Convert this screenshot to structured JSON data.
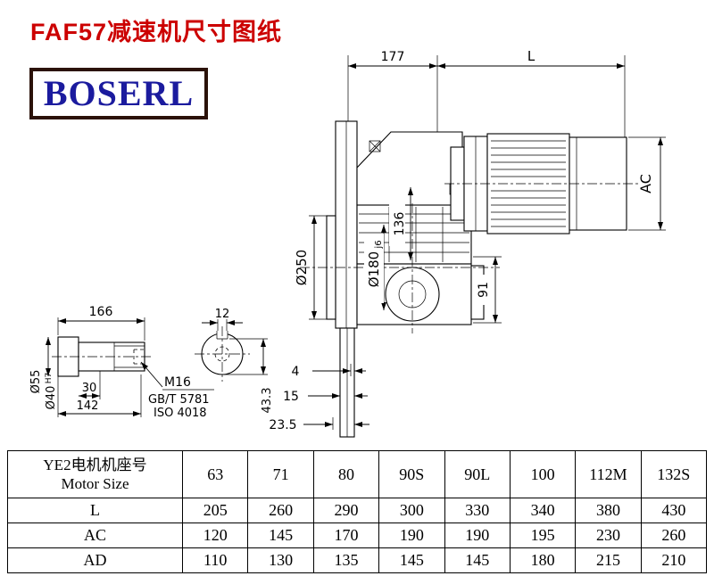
{
  "title": "FAF57减速机尺寸图纸",
  "logo": "BOSERL",
  "drawing": {
    "dim_177": "177",
    "dim_L": "L",
    "dim_AC": "AC",
    "dia_250": "Ø250",
    "dia_180": "Ø180",
    "dia_180_tol": "j6",
    "dim_136": "136",
    "dim_91": "91",
    "dim_4": "4",
    "dim_15": "15",
    "dim_23_5": "23.5",
    "shaft": {
      "dim_166": "166",
      "dim_30": "30",
      "dim_142": "142",
      "dim_12": "12",
      "dia_55": "Ø55",
      "dia_40": "Ø40",
      "dia_40_tol": "H7",
      "thread": "M16",
      "std_gb": "GB/T 5781",
      "std_iso": "ISO 4018",
      "dim_43_3": "43.3"
    }
  },
  "table": {
    "header": {
      "label_cn": "YE2电机机座号",
      "label_en": "Motor Size",
      "sizes": [
        "63",
        "71",
        "80",
        "90S",
        "90L",
        "100",
        "112M",
        "132S"
      ]
    },
    "rows": [
      {
        "label": "L",
        "values": [
          "205",
          "260",
          "290",
          "300",
          "330",
          "340",
          "380",
          "430"
        ]
      },
      {
        "label": "AC",
        "values": [
          "120",
          "145",
          "170",
          "190",
          "190",
          "195",
          "230",
          "260"
        ]
      },
      {
        "label": "AD",
        "values": [
          "110",
          "130",
          "135",
          "145",
          "145",
          "180",
          "215",
          "210"
        ]
      }
    ]
  }
}
